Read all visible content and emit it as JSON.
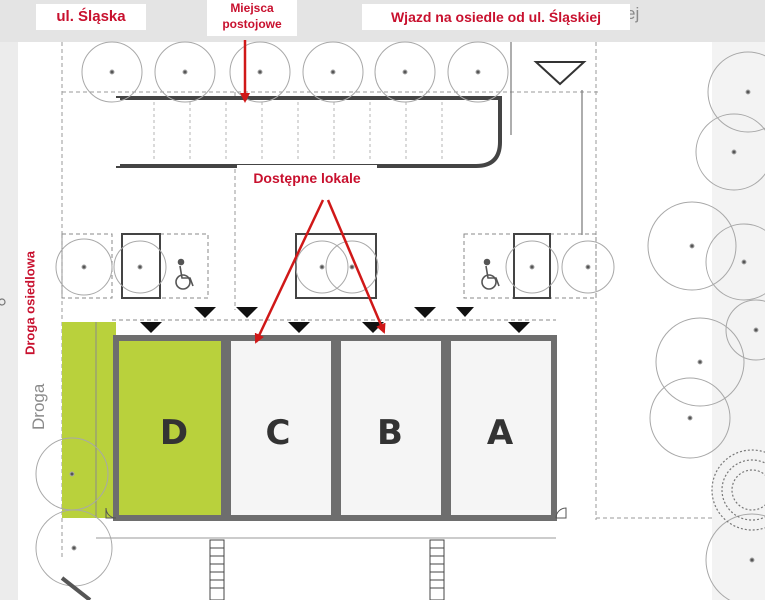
{
  "labels": {
    "street": "ul. Śląska",
    "parking_line1": "Miejsca",
    "parking_line2": "postojowe",
    "entry": "Wjazd na osiedle od ul. Śląskiej",
    "available_units": "Dostępne  lokale",
    "estate_road": "Droga osiedlowa",
    "road_partial": "Droga",
    "top_right_partial": "ej"
  },
  "units": [
    {
      "letter": "D",
      "status": "highlighted"
    },
    {
      "letter": "C",
      "status": "available"
    },
    {
      "letter": "B",
      "status": "available"
    },
    {
      "letter": "A",
      "status": "normal"
    }
  ],
  "colors": {
    "callout_text": "#c8102e",
    "arrow": "#d01818",
    "highlight": "#b9d13c",
    "wall": "#6e6e6e",
    "street_band": "#e4e4e4"
  },
  "icons": [
    "wheelchair-icon",
    "tree-icon",
    "entry-triangle-icon"
  ]
}
